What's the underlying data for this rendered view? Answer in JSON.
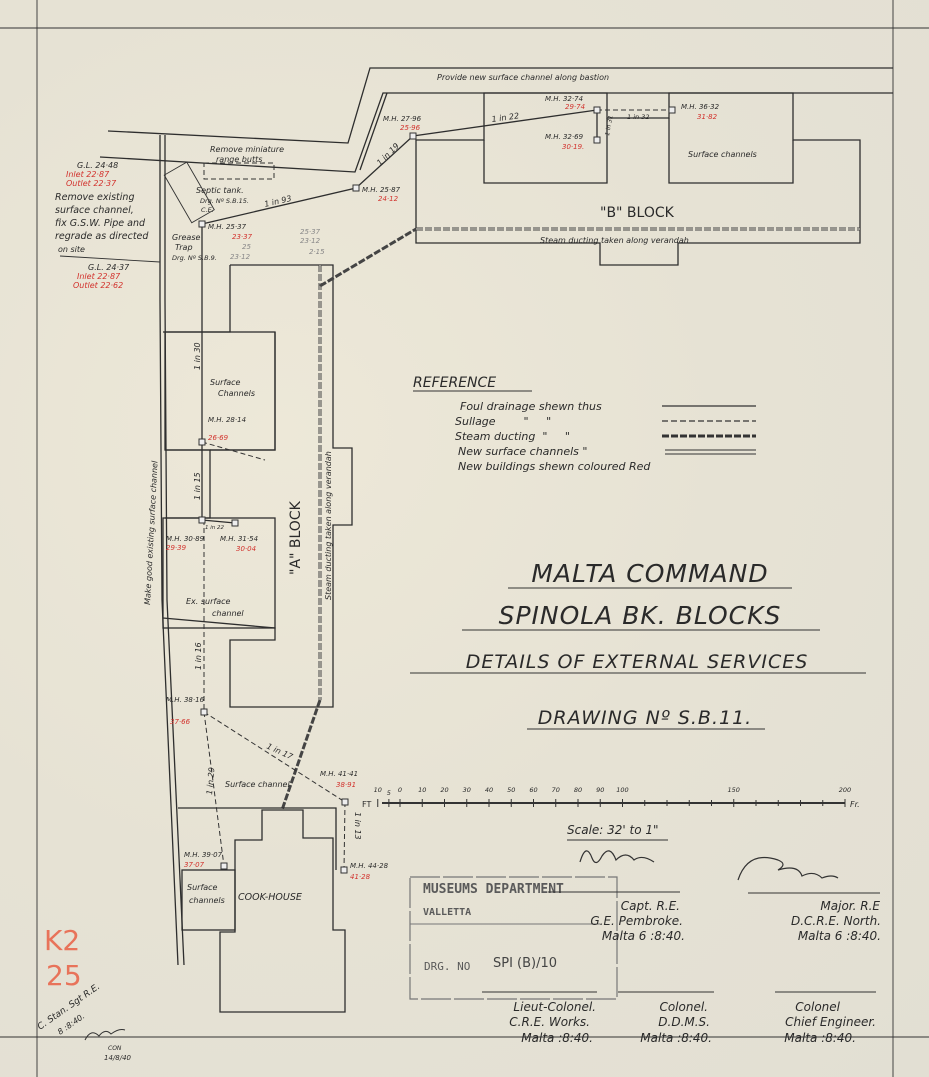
{
  "title": {
    "line1": "MALTA COMMAND",
    "line2": "SPINOLA BK. BLOCKS",
    "line3": "DETAILS OF EXTERNAL SERVICES",
    "line4": "DRAWING Nº S.B.11."
  },
  "reference": {
    "heading": "REFERENCE",
    "items": [
      {
        "label": "Foul drainage shewn thus",
        "style": "solid"
      },
      {
        "label": "Sullage        \"     \"",
        "style": "dashed"
      },
      {
        "label": "Steam ducting  \"     \"",
        "style": "double-dashed"
      },
      {
        "label": "New surface channels \"",
        "style": "double"
      },
      {
        "label": "New buildings shewn coloured Red",
        "style": "none"
      }
    ]
  },
  "blocks": {
    "b_block": "\"B\" BLOCK",
    "a_block": "\"A\" BLOCK",
    "cook_house": "COOK-HOUSE"
  },
  "notes": {
    "bastion": "Provide new surface channel along bastion",
    "range_butts_1": "Remove miniature",
    "range_butts_2": "range butts",
    "remove_1": "Remove existing",
    "remove_2": "surface channel,",
    "remove_3": "fix G.S.W. Pipe and",
    "remove_4": "regrade as directed",
    "remove_5": "on site",
    "septic_1": "Septic tank.",
    "septic_2": "Drg. Nº S.B.15.",
    "septic_3": "C.E.",
    "grease_1": "Grease",
    "grease_2": "Trap",
    "grease_3": "Drg. Nº S.B.9.",
    "b_surface": "Surface channels",
    "b_steam": "Steam ducting taken along verandah",
    "a_steam": "Steam ducting taken along verandah",
    "a_surface_1": "Surface",
    "a_surface_2": "Channels",
    "ex_surface_1": "Ex. surface",
    "ex_surface_2": "channel",
    "make_good": "Make good existing surface channel",
    "cook_surface": "Surface channel",
    "cook_channels_1": "Surface",
    "cook_channels_2": "channels",
    "pencil_1": "25·37",
    "pencil_2": "23·12",
    "pencil_3": "2·15",
    "pencil_4": "25",
    "pencil_5": "23·12"
  },
  "levels": {
    "gl1": "G.L. 24·48",
    "inlet1": "Inlet 22·87",
    "outlet1": "Outlet 22·37",
    "gl2": "G.L. 24·37",
    "inlet2": "Inlet 22·87",
    "outlet2": "Outlet 22·62"
  },
  "manholes": [
    {
      "label": "M.H. 25·37",
      "invert": "23·37"
    },
    {
      "label": "M.H. 25·87",
      "invert": "24·12"
    },
    {
      "label": "M.H. 27·96",
      "invert": "25·96"
    },
    {
      "label": "M.H. 32·74",
      "invert": "29·74"
    },
    {
      "label": "M.H. 32·69",
      "invert": "30·19."
    },
    {
      "label": "M.H. 36·32",
      "invert": "31·82"
    },
    {
      "label": "M.H. 28·14",
      "invert": "26·69"
    },
    {
      "label": "M.H. 30·89",
      "invert": "29·39"
    },
    {
      "label": "M.H. 31·54",
      "invert": "30·04"
    },
    {
      "label": "M.H. 38·16",
      "invert": "37·66"
    },
    {
      "label": "M.H. 41·41",
      "invert": "38·91"
    },
    {
      "label": "M.H. 39·07",
      "invert": "37·07"
    },
    {
      "label": "M.H. 44·28",
      "invert": "41·28"
    }
  ],
  "gradients": [
    "1 in 93",
    "1 in 19",
    "1 in 22",
    "1 in 32",
    "1 in 31",
    "1 in 30",
    "1 in 15",
    "1 in 22",
    "1 in 16",
    "1 in 29",
    "1 in 17",
    "1 in 13"
  ],
  "scale": {
    "left_unit": "FT",
    "right_unit": "Fr.",
    "ticks": [
      "10",
      "5",
      "0",
      "10",
      "20",
      "30",
      "40",
      "50",
      "60",
      "70",
      "80",
      "90",
      "100",
      "150",
      "200"
    ],
    "label": "Scale: 32' to 1\""
  },
  "signatures": [
    {
      "rank": "Capt. R.E.",
      "post": "G.E. Pembroke.",
      "date": "Malta 6 :8:40."
    },
    {
      "rank": "Major. R.E",
      "post": "D.C.R.E. North.",
      "date": "Malta 6 :8:40."
    },
    {
      "rank": "Lieut-Colonel.",
      "post": "C.R.E. Works.",
      "date": "Malta   :8:40."
    },
    {
      "rank": "Colonel.",
      "post": "D.D.M.S.",
      "date": "Malta :8:40."
    },
    {
      "rank": "Colonel",
      "post": "Chief Engineer.",
      "date": "Malta   :8:40."
    }
  ],
  "stamp": {
    "line1": "MUSEUMS DEPARTMENT",
    "line2": "VALLETTA",
    "drg_label": "DRG. NO",
    "drg_value": "SPI (B)/10"
  },
  "annotations": {
    "red_mark_1": "K2",
    "red_mark_2": "25",
    "draughtsman": "C. Stan. Sgt R.E.",
    "draughtsman_date": "8 :8:40.",
    "checker": "CON",
    "checker_date": "14/8/40"
  },
  "colors": {
    "paper": "#e8e4d6",
    "ink": "#2e2e2e",
    "red_ink": "#d2322d"
  }
}
